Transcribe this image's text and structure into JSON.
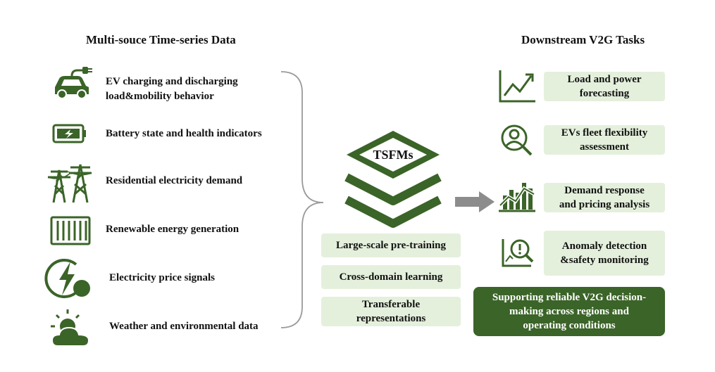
{
  "colors": {
    "accent": "#3b6428",
    "pill_bg": "#e4f0dc",
    "arrow": "#8c8c8c",
    "brace": "#9a9a9a"
  },
  "left_heading": "Multi-souce Time-series Data",
  "right_heading": "Downstream V2G Tasks",
  "sources": [
    {
      "icon": "ev-charging-icon",
      "label_line1": "EV charging and discharging",
      "label_line2": "load&mobility behavior"
    },
    {
      "icon": "battery-icon",
      "label": "Battery state and health indicators"
    },
    {
      "icon": "transmission-tower-icon",
      "label": "Residential electricity demand"
    },
    {
      "icon": "solar-container-icon",
      "label": "Renewable energy generation"
    },
    {
      "icon": "lightning-price-icon",
      "label": "Electricity price signals"
    },
    {
      "icon": "weather-icon",
      "label": "Weather and environmental data"
    }
  ],
  "model": {
    "label": "TSFMs",
    "features": [
      {
        "text": "Large-scale pre-training"
      },
      {
        "text": "Cross-domain learning"
      },
      {
        "line1": "Transferable",
        "line2": "representations"
      }
    ]
  },
  "tasks": [
    {
      "icon": "line-chart-icon",
      "line1": "Load and power",
      "line2": "forecasting"
    },
    {
      "icon": "person-search-icon",
      "line1": "EVs fleet flexibility",
      "line2": "assessment"
    },
    {
      "icon": "bar-chart-icon",
      "line1": "Demand response",
      "line2": "and pricing analysis"
    },
    {
      "icon": "anomaly-search-icon",
      "line1": "Anomaly detection",
      "line2": "&safety monitoring"
    }
  ],
  "summary": {
    "line1": "Supporting reliable V2G decision-",
    "line2": "making across regions and",
    "line3": "operating conditions"
  }
}
